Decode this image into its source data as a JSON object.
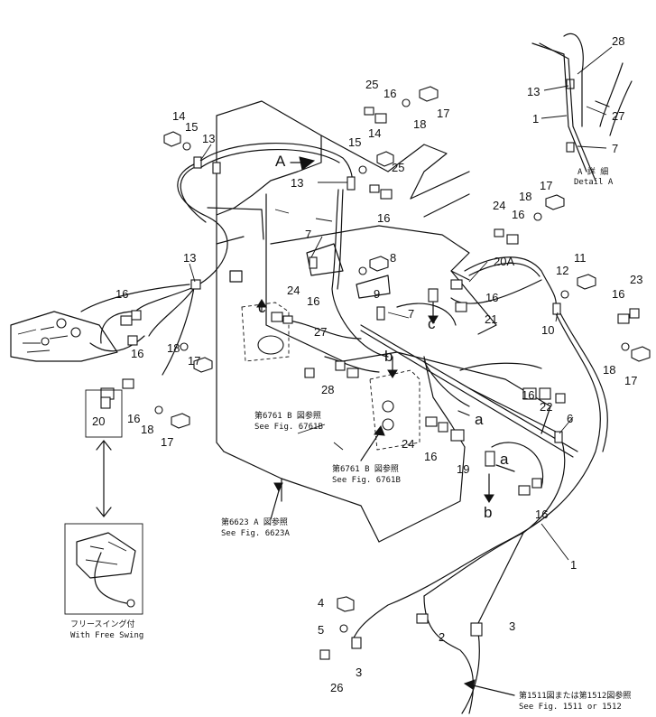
{
  "labels": {
    "n28": "28",
    "n13a": "13",
    "n1a": "1",
    "n27a": "27",
    "n7a": "7",
    "detail_jp": "A 詳 細",
    "detail_en": "Detail A",
    "n25a": "25",
    "n16a": "16",
    "n18a": "18",
    "n17a": "17",
    "n14a": "14",
    "n15a": "15",
    "n13b": "13",
    "arrowA": "A",
    "n15b": "15",
    "n14b": "14",
    "n13c": "13",
    "n25b": "25",
    "n16b": "16",
    "n24a": "24",
    "n16c": "16",
    "n18b": "18",
    "n17b": "17",
    "n7b": "7",
    "n13d": "13",
    "n8": "8",
    "n9": "9",
    "n20A": "20A",
    "n12": "12",
    "n11": "11",
    "n16d": "16",
    "n21": "21",
    "n10": "10",
    "n23": "23",
    "n16e": "16",
    "n18c": "18",
    "n17c": "17",
    "n16f": "16",
    "n24b": "24",
    "n16g": "16",
    "n16h": "16",
    "n18d": "18",
    "n17d": "17",
    "n7c": "7",
    "letter_c1": "c",
    "letter_c2": "c",
    "n27b": "27",
    "n28b": "28",
    "letter_b1": "b",
    "n16i": "16",
    "n22": "22",
    "n20": "20",
    "n16j": "16",
    "n18e": "18",
    "n17e": "17",
    "letter_a1": "a",
    "n24c": "24",
    "n16k": "16",
    "n6": "6",
    "n19": "19",
    "letter_a2": "a",
    "letter_b2": "b",
    "n16l": "16",
    "n1b": "1",
    "n4": "4",
    "n5": "5",
    "n3a": "3",
    "n26": "26",
    "n2": "2",
    "n3b": "3"
  },
  "notes": {
    "fig6761_left_jp": "第6761 B 図参照",
    "fig6761_left_en": "See Fig. 6761B",
    "fig6761_mid_jp": "第6761 B 図参照",
    "fig6761_mid_en": "See Fig. 6761B",
    "fig6623_jp": "第6623 A 図参照",
    "fig6623_en": "See Fig. 6623A",
    "fig1511_jp": "第1511図または第1512図参照",
    "fig1511_en": "See Fig. 1511 or 1512",
    "free_swing_jp": "フリースイング付",
    "free_swing_en": "With Free Swing"
  }
}
